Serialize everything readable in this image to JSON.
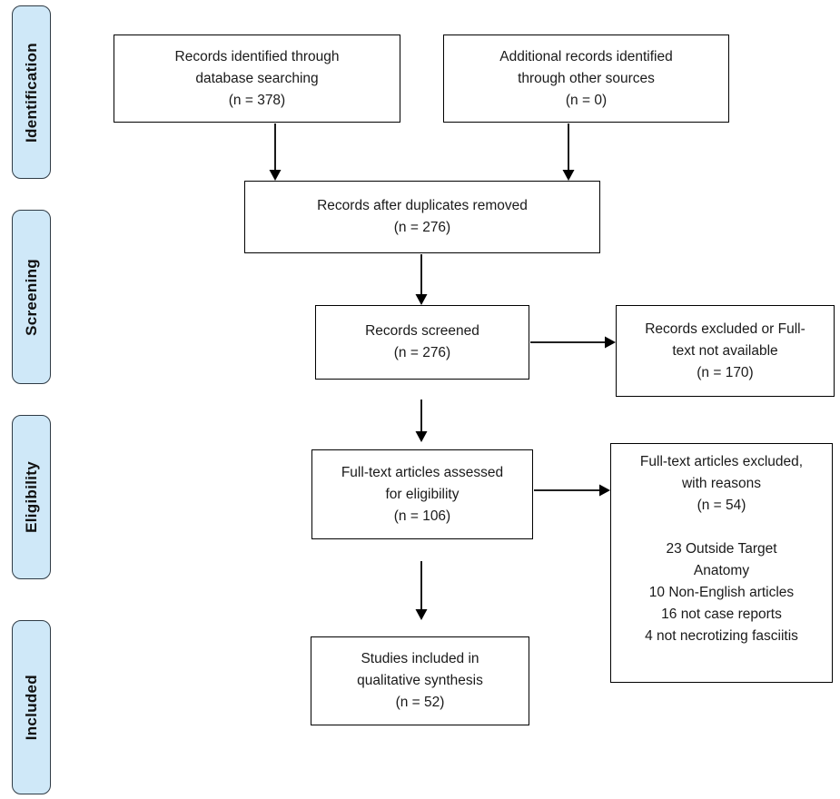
{
  "diagram_type": "PRISMA flow diagram",
  "colors": {
    "stage_fill": "#cfe8f8",
    "stage_border": "#2f3b45",
    "box_border": "#000000",
    "arrow": "#000000",
    "text": "#1a1a1a"
  },
  "sidebar": {
    "items": [
      {
        "label": "Identification"
      },
      {
        "label": "Screening"
      },
      {
        "label": "Eligibility"
      },
      {
        "label": "Included"
      }
    ]
  },
  "boxes": {
    "identified": {
      "lines": [
        "Records identified through",
        "database searching",
        "(n = 378)"
      ],
      "n": 378
    },
    "additional": {
      "lines": [
        "Additional records identified",
        "through other sources",
        "(n = 0)"
      ],
      "n": 0
    },
    "duplicates": {
      "lines": [
        "Records after duplicates removed",
        "(n = 276)"
      ],
      "n": 276
    },
    "screened": {
      "lines": [
        "Records screened",
        "(n = 276)"
      ],
      "n": 276
    },
    "excluded": {
      "lines": [
        "Records excluded or Full-",
        "text not available",
        "(n = 170)"
      ],
      "n": 170
    },
    "assessed": {
      "lines": [
        "Full-text articles assessed",
        "for eligibility",
        "(n = 106)"
      ],
      "n": 106
    },
    "fulltext_excluded": {
      "title_lines": [
        "Full-text articles excluded,",
        "with reasons",
        "(n = 54)"
      ],
      "reason_lines": [
        "23 Outside Target",
        "Anatomy",
        "10 Non-English articles",
        "16 not case reports",
        "4 not necrotizing fasciitis"
      ],
      "n": 54
    },
    "included": {
      "lines": [
        "Studies included in",
        "qualitative synthesis",
        "(n = 52)"
      ],
      "n": 52
    }
  }
}
